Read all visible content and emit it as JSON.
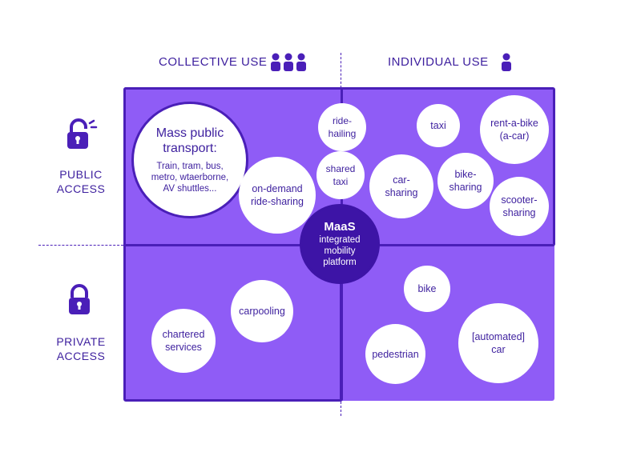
{
  "headers": {
    "collective": "COLLECTIVE USE",
    "individual": "INDIVIDUAL USE"
  },
  "sides": {
    "public": "PUBLIC\nACCESS",
    "private": "PRIVATE\nACCESS"
  },
  "icons": {
    "collective": "group-of-people-icon",
    "individual": "person-icon",
    "public": "unlocked-padlock-icon",
    "private": "locked-padlock-icon"
  },
  "colors": {
    "panel": "#8f5cf6",
    "outline": "#4a1fb8",
    "text": "#3d1f9e",
    "hub": "#3d14a6"
  },
  "mass_transport": {
    "title": "Mass public\ntransport:",
    "detail": "Train, tram, bus,\nmetro, wtaerborne,\nAV shuttles..."
  },
  "maas": {
    "title": "MaaS",
    "subtitle": "integrated\nmobility\nplatform"
  },
  "modes": {
    "ride_hailing": "ride-\nhailing",
    "shared_taxi": "shared\ntaxi",
    "on_demand": "on-demand\nride-sharing",
    "taxi": "taxi",
    "rent_a_bike": "rent-a-bike\n(a-car)",
    "car_sharing": "car-\nsharing",
    "bike_sharing": "bike-\nsharing",
    "scooter_sharing": "scooter-\nsharing",
    "carpooling": "carpooling",
    "chartered": "chartered\nservices",
    "bike": "bike",
    "pedestrian": "pedestrian",
    "automated_car": "[automated]\ncar"
  }
}
